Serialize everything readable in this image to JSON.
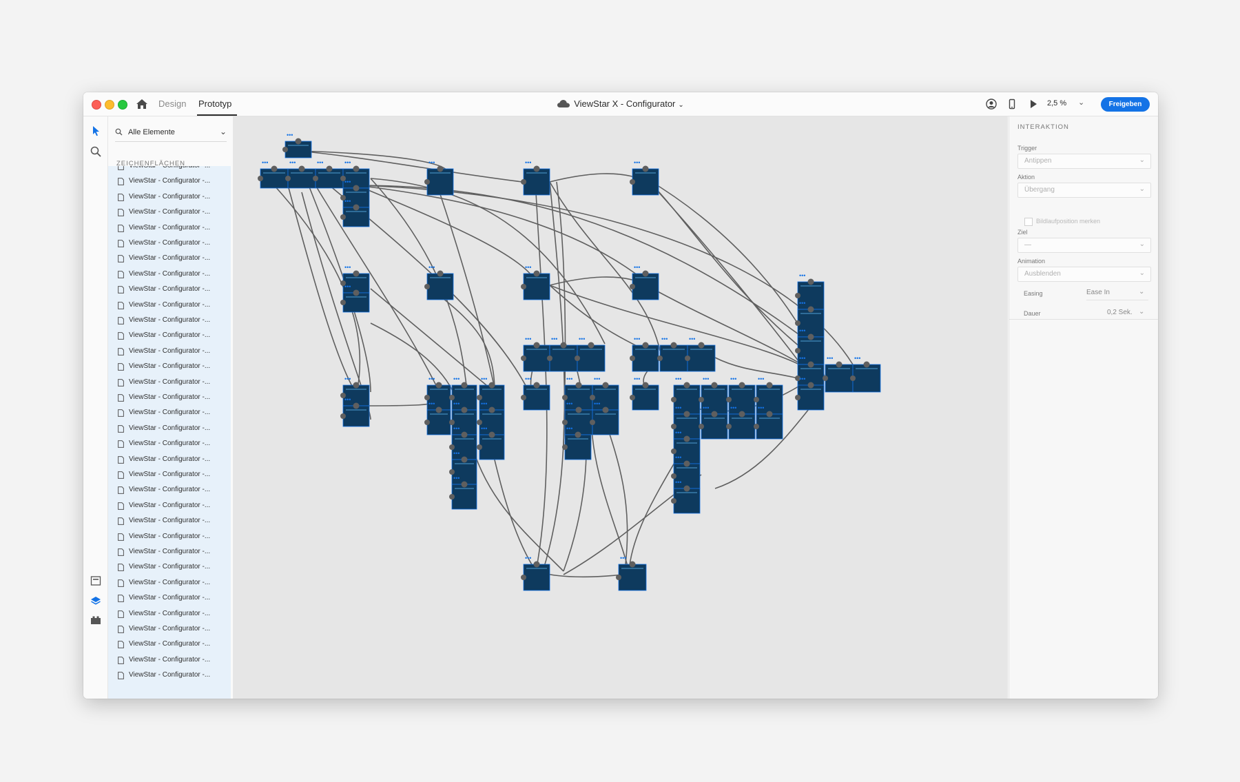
{
  "titlebar": {
    "tabs": [
      {
        "label": "Design",
        "active": false
      },
      {
        "label": "Prototyp",
        "active": true
      }
    ],
    "document_title": "ViewStar X - Configurator",
    "zoom": "2,5 %",
    "share_label": "Freigeben",
    "icons": [
      "home-icon",
      "cloud-icon",
      "user-icon",
      "phone-preview-icon",
      "play-icon",
      "chevron-down-icon"
    ]
  },
  "toolbar": {
    "tools": [
      "select-arrow-icon",
      "zoom-search-icon"
    ],
    "bottom_tools": [
      "artboards-icon",
      "layers-icon",
      "plugins-icon"
    ]
  },
  "layers": {
    "filter_label": "Alle Elemente",
    "section_title": "ZEICHENFLÄCHEN",
    "items": [
      "ViewStar - Configurator -...",
      "ViewStar - Configurator -...",
      "ViewStar - Configurator -...",
      "ViewStar - Configurator -...",
      "ViewStar - Configurator -...",
      "ViewStar - Configurator -...",
      "ViewStar - Configurator -...",
      "ViewStar - Configurator -...",
      "ViewStar - Configurator -...",
      "ViewStar - Configurator -...",
      "ViewStar - Configurator -...",
      "ViewStar - Configurator -...",
      "ViewStar - Configurator -...",
      "ViewStar - Configurator -...",
      "ViewStar - Configurator -...",
      "ViewStar - Configurator -...",
      "ViewStar - Configurator -...",
      "ViewStar - Configurator -...",
      "ViewStar - Configurator -...",
      "ViewStar - Configurator -...",
      "ViewStar - Configurator -...",
      "ViewStar - Configurator -...",
      "ViewStar - Configurator -...",
      "ViewStar - Configurator -...",
      "ViewStar - Configurator -...",
      "ViewStar - Configurator -...",
      "ViewStar - Configurator -...",
      "ViewStar - Configurator -...",
      "ViewStar - Configurator -...",
      "ViewStar - Configurator -...",
      "ViewStar - Configurator -...",
      "ViewStar - Configurator -...",
      "ViewStar - Configurator -...",
      "ViewStar - Configurator -..."
    ]
  },
  "interaction": {
    "title": "INTERAKTION",
    "trigger_label": "Trigger",
    "trigger_value": "Antippen",
    "action_label": "Aktion",
    "action_value": "Übergang",
    "scroll_checkbox_label": "Bildlaufposition merken",
    "target_label": "Ziel",
    "target_value": "—",
    "animation_label": "Animation",
    "animation_value": "Ausblenden",
    "easing_label": "Easing",
    "easing_value": "Ease In",
    "duration_label": "Dauer",
    "duration_value": "0,2 Sek."
  },
  "colors": {
    "accent": "#1473e6",
    "artboard_fill": "#0e3a5e",
    "wire": "#5f5f5f",
    "layer_highlight": "#e7f1fa"
  }
}
